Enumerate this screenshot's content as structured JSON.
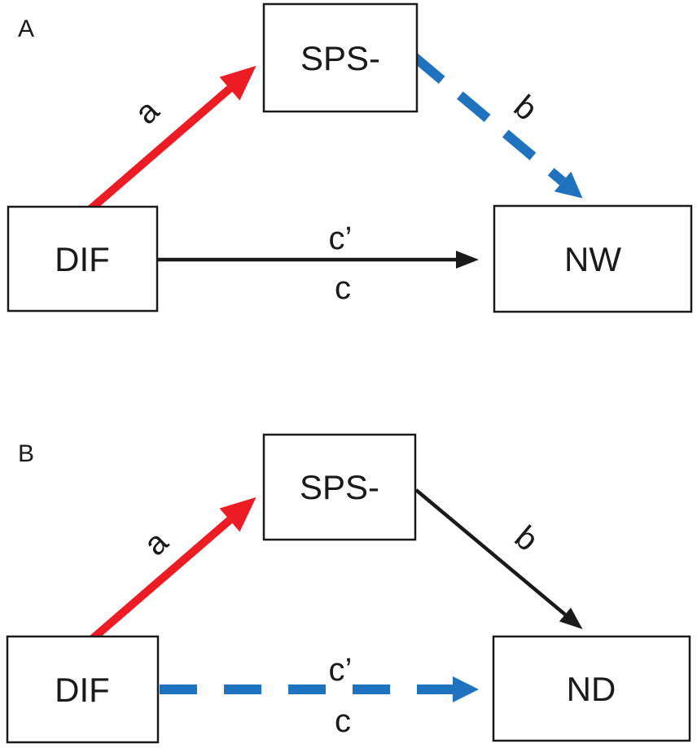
{
  "figure": {
    "background": "#FFFFFF",
    "colors": {
      "path_a_red": "#ED1C24",
      "path_dashed_blue": "#1F73BE",
      "path_black": "#1A1A1A"
    },
    "panel_a": {
      "label": "A",
      "mediator_box": "SPS-",
      "predictor_box": "DIF",
      "outcome_box": "NW",
      "path_a_label": "a",
      "path_b_label": "b",
      "path_c_prime_label": "c’",
      "path_c_label": "c"
    },
    "panel_b": {
      "label": "B",
      "mediator_box": "SPS-",
      "predictor_box": "DIF",
      "outcome_box": "ND",
      "path_a_label": "a",
      "path_b_label": "b",
      "path_c_prime_label": "c’",
      "path_c_label": "c"
    }
  }
}
